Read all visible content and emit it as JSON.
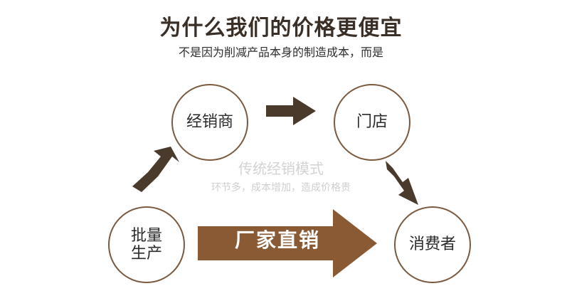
{
  "header": {
    "title": "为什么我们的价格更便宜",
    "subtitle": "不是因为削减产品本身的制造成本，而是"
  },
  "nodes": {
    "distributor": "经销商",
    "store": "门店",
    "consumer": "消费者",
    "production_line1": "批量",
    "production_line2": "生产"
  },
  "traditional": {
    "title": "传统经销模式",
    "subtitle": "环节多，成本增加，造成价格贵"
  },
  "direct_sale": {
    "label": "厂家直销"
  },
  "colors": {
    "arrow_dark": "#4a3a2c",
    "arrow_direct": "#8a5a35",
    "circle_border": "#7a5a3f",
    "title_text": "#3a2f26",
    "faded_text": "#d3d3d3"
  }
}
